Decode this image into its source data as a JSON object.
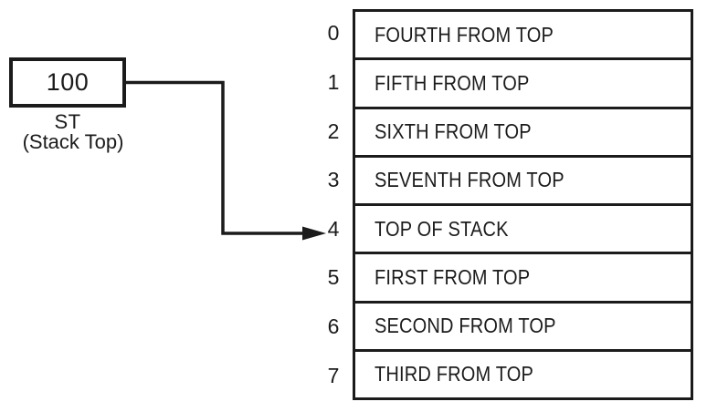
{
  "register": {
    "value": "100",
    "name": "ST",
    "caption": "(Stack Top)"
  },
  "stack": {
    "rows": [
      {
        "index": "0",
        "label": "FOURTH FROM TOP"
      },
      {
        "index": "1",
        "label": "FIFTH FROM TOP"
      },
      {
        "index": "2",
        "label": "SIXTH FROM TOP"
      },
      {
        "index": "3",
        "label": "SEVENTH FROM TOP"
      },
      {
        "index": "4",
        "label": "TOP OF STACK"
      },
      {
        "index": "5",
        "label": "FIRST FROM TOP"
      },
      {
        "index": "6",
        "label": "SECOND FROM TOP"
      },
      {
        "index": "7",
        "label": "THIRD FROM TOP"
      }
    ]
  },
  "pointer": {
    "from": "ST",
    "to_index": "4"
  },
  "colors": {
    "ink": "#1b1b1b",
    "background": "#ffffff"
  }
}
